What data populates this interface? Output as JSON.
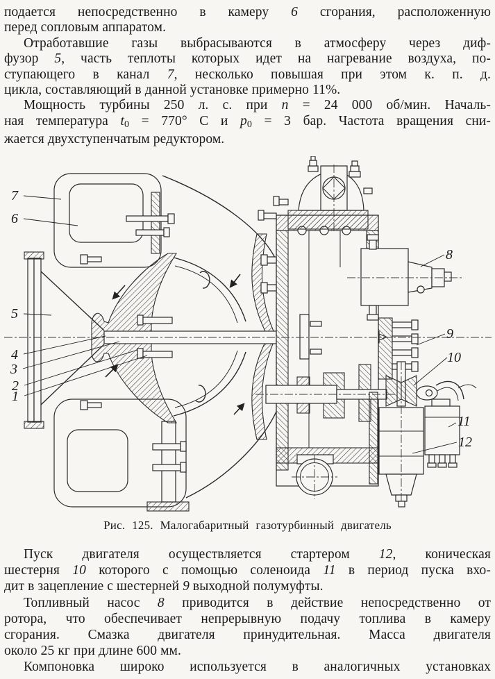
{
  "page": {
    "bg": "#f7f6f2",
    "ink": "#1a1a1a"
  },
  "top_text": {
    "lines": [
      {
        "text": "подается непосредственно в камеру *6* сгорания, расположенную",
        "indent": false,
        "justify": true
      },
      {
        "text": "перед сопловым аппаратом.",
        "indent": false,
        "justify": false
      },
      {
        "text": "Отработавшие газы выбрасываются в атмосферу через диф-",
        "indent": true,
        "justify": true
      },
      {
        "text": "фузор *5*, часть теплоты которых идет на нагревание воздуха, по-",
        "indent": false,
        "justify": true
      },
      {
        "text": "ступающего в канал *7*, несколько повышая при этом к. п. д.",
        "indent": false,
        "justify": true
      },
      {
        "text": "цикла, составляющий в данной установке примерно 11%.",
        "indent": false,
        "justify": false
      },
      {
        "text": "Мощность турбины 250 л. с. при *n* = 24 000 об/мин. Началь-",
        "indent": true,
        "justify": true
      },
      {
        "text": "ная температура *t*~0~ = 770° С и *p*~0~ = 3 бар. Частота вращения сни-",
        "indent": false,
        "justify": true
      },
      {
        "text": "жается двухступенчатым редуктором.",
        "indent": false,
        "justify": false
      }
    ]
  },
  "figure": {
    "caption": "Рис. 125. Малогабаритный газотурбинный двигатель",
    "callouts": [
      {
        "label": "1"
      },
      {
        "label": "2"
      },
      {
        "label": "3"
      },
      {
        "label": "4"
      },
      {
        "label": "5"
      },
      {
        "label": "6"
      },
      {
        "label": "7"
      },
      {
        "label": "8"
      },
      {
        "label": "9"
      },
      {
        "label": "10"
      },
      {
        "label": "11"
      },
      {
        "label": "12"
      }
    ]
  },
  "bottom_text": {
    "lines": [
      {
        "text": "Пуск двигателя осуществляется стартером *12*, коническая",
        "indent": true,
        "justify": true
      },
      {
        "text": "шестерня *10* которого с помощью соленоида *11* в период пуска вхо-",
        "indent": false,
        "justify": true
      },
      {
        "text": "дит в зацепление с шестерней *9* выходной полумуфты.",
        "indent": false,
        "justify": false
      },
      {
        "text": "Топливный насос *8* приводится в действие непосредственно от",
        "indent": true,
        "justify": true
      },
      {
        "text": "ротора, что обеспечивает непрерывную подачу топлива в камеру",
        "indent": false,
        "justify": true
      },
      {
        "text": "сгорания. Смазка двигателя принудительная. Масса двигателя",
        "indent": false,
        "justify": true
      },
      {
        "text": "около 25 кг при длине 600 мм.",
        "indent": false,
        "justify": false
      },
      {
        "text": "Компоновка широко используется в аналогичных установках",
        "indent": true,
        "justify": true
      }
    ]
  }
}
